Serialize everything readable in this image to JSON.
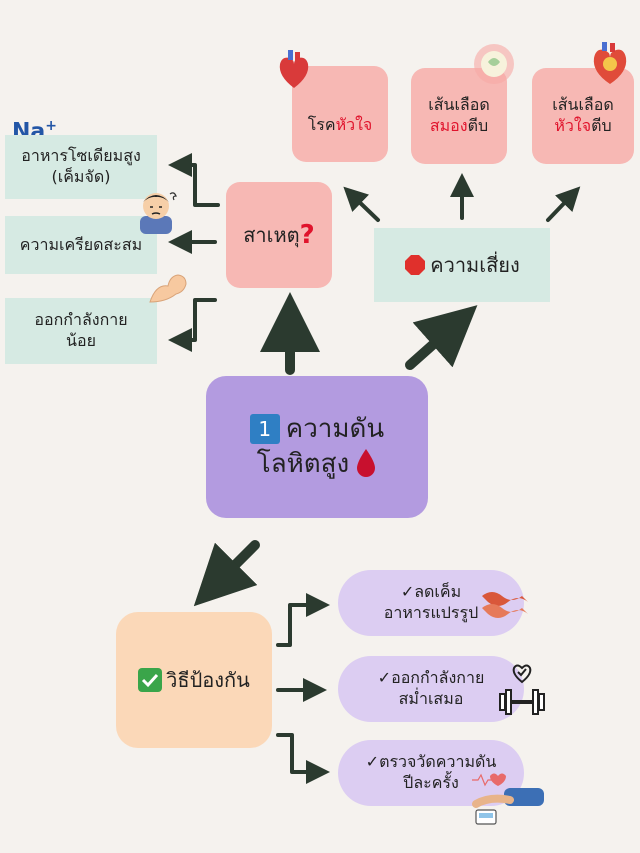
{
  "center": {
    "number": "1",
    "line1": "ความดัน",
    "line2": "โลหิตสูง"
  },
  "causes": {
    "title": "สาเหตุ",
    "title_mark": "?",
    "items": [
      {
        "line1": "อาหารโซเดียมสูง",
        "line2": "(เค็มจัด)"
      },
      {
        "line1": "ความเครียดสะสม",
        "line2": ""
      },
      {
        "line1": "ออกกำลังกาย",
        "line2": "น้อย"
      }
    ],
    "na_label": "Na",
    "na_sup": "+"
  },
  "risks": {
    "title": "ความเสี่ยง",
    "items": [
      {
        "a": "โรค",
        "b": "หัวใจ",
        "c": "",
        "d": ""
      },
      {
        "a": "เส้นเลือด",
        "b": "สมอง",
        "c": "ตีบ",
        "d": ""
      },
      {
        "a": "เส้นเลือด",
        "b": "หัวใจ",
        "c": "ตีบ",
        "d": ""
      }
    ]
  },
  "prevention": {
    "title": "วิธีป้องกัน",
    "items": [
      {
        "line1": "ลดเค็ม",
        "line2": "อาหารแปรรูป"
      },
      {
        "line1": "ออกกำลังกาย",
        "line2": "สม่ำเสมอ"
      },
      {
        "line1": "ตรวจวัดความดัน",
        "line2": "ปีละครั้ง"
      }
    ]
  },
  "colors": {
    "mint": "#d6eae3",
    "pink": "#f7b8b4",
    "purple": "#b39be0",
    "peach": "#fbd8b8",
    "oval": "#dccdf2",
    "accent_red": "#e0132c",
    "arrow": "#2b3a2f",
    "check_green": "#3aa54a"
  }
}
